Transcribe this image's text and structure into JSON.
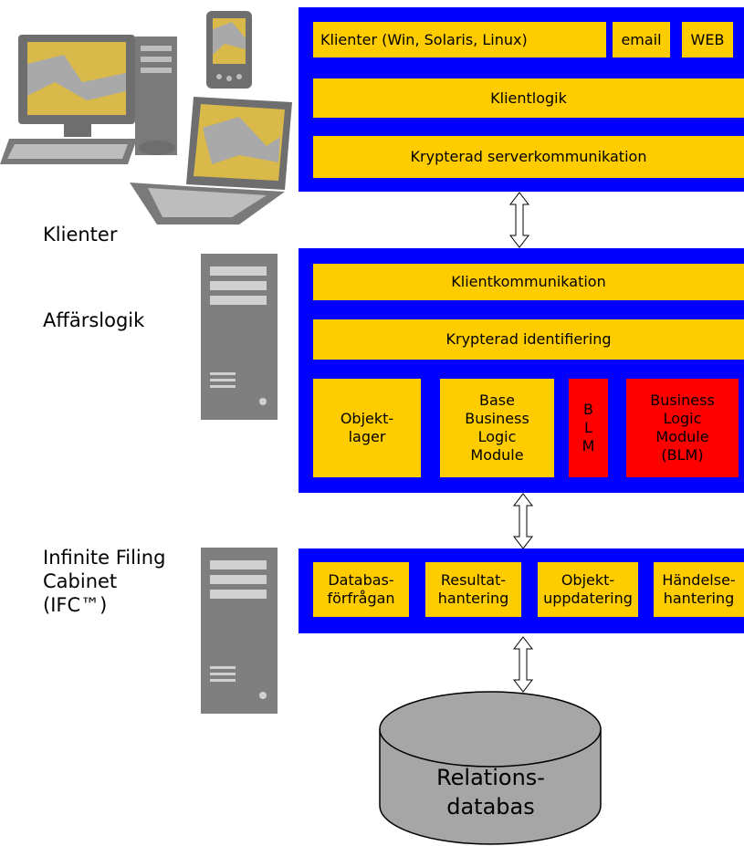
{
  "side_labels": {
    "clients": "Klienter",
    "business_logic": "Affärslogik",
    "ifc": "Infinite Filing\nCabinet\n (IFC™)"
  },
  "client_tier": {
    "clients_box": "Klienter (Win, Solaris, Linux)",
    "email_box": "email",
    "web_box": "WEB",
    "client_logic": "Klientlogik",
    "encrypted_comm": "Krypterad serverkommunikation"
  },
  "business_tier": {
    "client_comm": "Klientkommunikation",
    "encrypted_id": "Krypterad identifiering",
    "object_store": "Objekt-\nlager",
    "base_blm": "Base\nBusiness\nLogic\nModule",
    "blm_short": "B\nL\nM",
    "blm_full": "Business\nLogic\nModule\n(BLM)"
  },
  "ifc_tier": {
    "db_query": "Databas-\nförfrågan",
    "result_handling": "Resultat-\nhantering",
    "object_update": "Objekt-\nuppdatering",
    "event_handling": "Händelse-\nhantering"
  },
  "database": {
    "label": "Relations-\ndatabas"
  },
  "colors": {
    "tier_bg": "#0000ff",
    "box_bg": "#ffcc00",
    "blm_bg": "#ff0000",
    "db_fill": "#a6a6a6",
    "server": "#7f7f7f"
  },
  "icons": [
    "desktop-computer-icon",
    "pda-icon",
    "laptop-icon",
    "server-icon"
  ]
}
